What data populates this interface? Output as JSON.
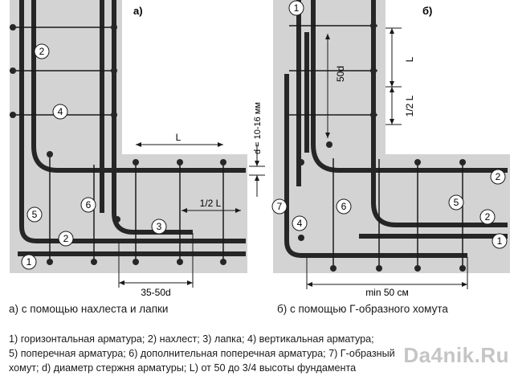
{
  "panel_a": {
    "label": "а)",
    "callouts": [
      "1",
      "2",
      "2",
      "3",
      "4",
      "5",
      "6"
    ],
    "dimensions": {
      "lap": "L",
      "hook": "1/2 L",
      "offset": "35-50d",
      "bar_diameter": "d = 10-16 мм"
    }
  },
  "panel_b": {
    "label": "б)",
    "callouts": [
      "1",
      "1",
      "2",
      "2",
      "4",
      "5",
      "6",
      "7"
    ],
    "dimensions": {
      "lap": "L",
      "half": "1/2 L",
      "bend": "50d",
      "span": "min 50 см"
    }
  },
  "captions": {
    "a": "а) с помощью нахлеста и лапки",
    "b": "б) с помощью Г-образного хомута"
  },
  "legend": {
    "line1": "1) горизонтальная арматура;    2) нахлест;    3) лапка;    4) вертикальная арматура;",
    "line2": "5) поперечная арматура;    6) дополнительная поперечная арматура;    7) Г-образный",
    "line3": "хомут;    d) диаметр стержня арматуры;    L) от 50 до 3/4 высоты фундамента"
  },
  "watermark": "Da4nik.Ru",
  "colors": {
    "concrete": "#d3d3d3",
    "bar": "#262626",
    "line": "#1a1a1a"
  }
}
